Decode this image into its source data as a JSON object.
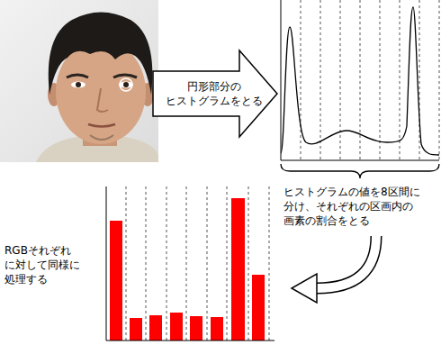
{
  "diagram": {
    "nodes": [
      {
        "text": [
          "円形部分の ヒストグラムをとる"
        ]
      }
    ],
    "labels": [
      "ヒストグラムの値を8区間に 分け、それぞれの区画内の 画素の割合をとる",
      "RGBそれぞれ に対して同様に 処理する"
    ]
  }
}
